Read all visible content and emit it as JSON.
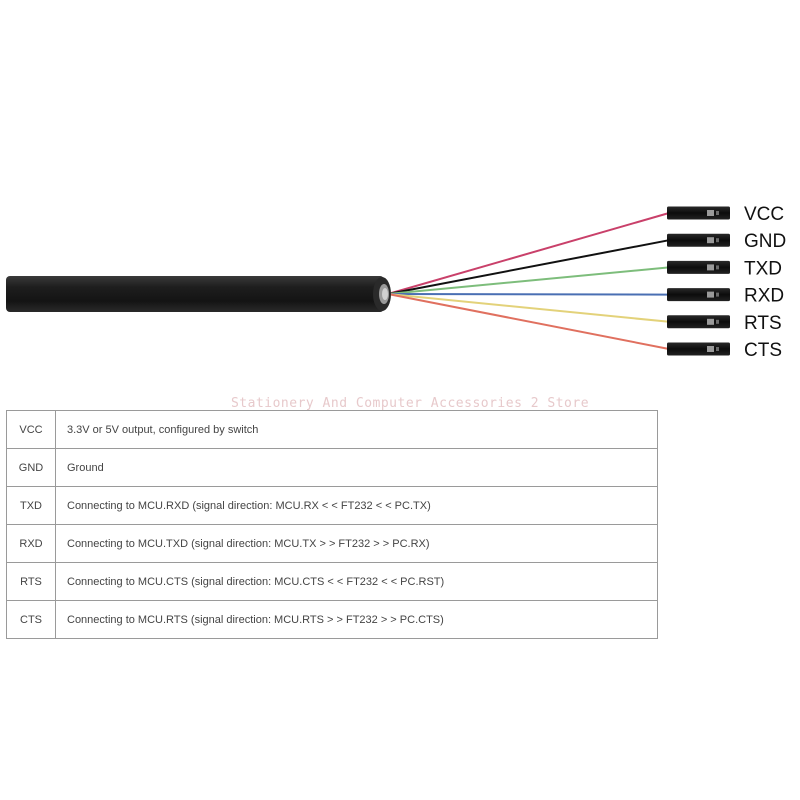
{
  "pins": [
    {
      "name": "VCC",
      "description": "3.3V or 5V output, configured by switch",
      "color": "#c9406a"
    },
    {
      "name": "GND",
      "description": "Ground",
      "color": "#111111"
    },
    {
      "name": "TXD",
      "description": "Connecting to MCU.RXD (signal direction: MCU.RX < < FT232 < < PC.TX)",
      "color": "#7dbd7b"
    },
    {
      "name": "RXD",
      "description": "Connecting to MCU.TXD (signal direction: MCU.TX > > FT232 > > PC.RX)",
      "color": "#4a6fb3"
    },
    {
      "name": "RTS",
      "description": "Connecting to MCU.CTS (signal direction: MCU.CTS < < FT232 < < PC.RST)",
      "color": "#e3d27a"
    },
    {
      "name": "CTS",
      "description": "Connecting to MCU.RTS (signal direction: MCU.RTS > > FT232 > > PC.CTS)",
      "color": "#e0705f"
    }
  ],
  "watermark": "Stationery And Computer Accessories 2 Store"
}
